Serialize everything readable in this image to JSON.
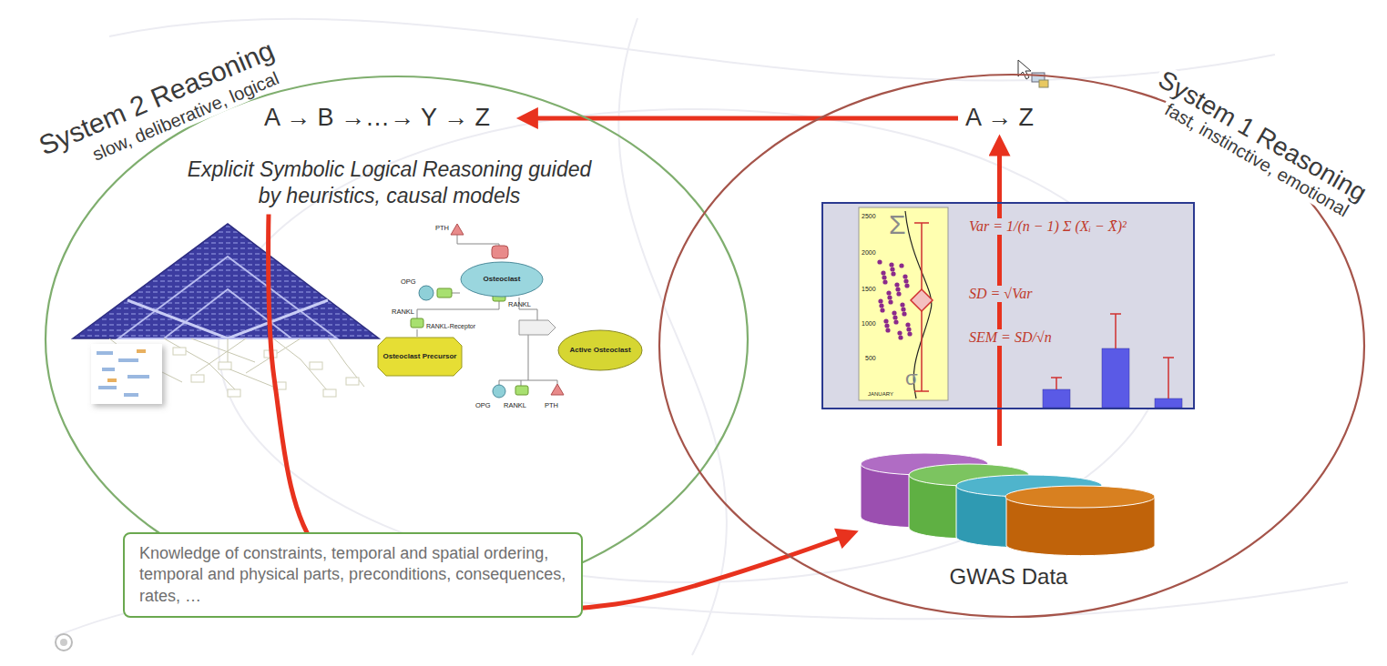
{
  "diagram": {
    "nodes": [
      {
        "text": [
          "System 2 Reasoning",
          "slow, deliberative, logical"
        ]
      },
      {
        "text": [
          "A → B →…→ Y → Z"
        ],
        "in": 0
      },
      {
        "text": [
          "Explicit Symbolic Logical Reasoning guided by heuristics, causal models"
        ],
        "in": 0
      },
      {
        "text": [
          "Osteoclast"
        ],
        "in": 0
      },
      {
        "text": [
          "Osteoclast Precursor"
        ],
        "in": 0
      },
      {
        "text": [
          "Active Osteoclast"
        ],
        "in": 0
      },
      {
        "text": [
          "Knowledge of constraints, temporal and spatial ordering, temporal and physical parts, preconditions, consequences, rates, …"
        ]
      },
      {
        "text": [
          "System 1 Reasoning",
          "fast, instinctive, emotional"
        ]
      },
      {
        "text": [
          "A → Z"
        ],
        "in": 7
      },
      {
        "text": [
          "Var = 1/(n − 1) Σ (Xᵢ − X̄)²",
          "SD = √Var",
          "SEM = SD/√n"
        ],
        "in": 7
      },
      {
        "text": [
          "GWAS Data"
        ],
        "in": 7
      }
    ],
    "edges": [
      {
        "from": 8,
        "to": 1,
        "arrow": "to"
      },
      {
        "from": 10,
        "to": 8,
        "arrow": "to"
      },
      {
        "from": 2,
        "to": 10,
        "arrow": "to"
      }
    ],
    "labels": [
      "PTH",
      "RANKL",
      "OPG",
      "RANKL",
      "RANKL-Receptor",
      "OPG",
      "RANKL",
      "PTH",
      "Σ",
      "σ",
      "2500",
      "2000",
      "1500",
      "1000",
      "500",
      "JANUARY"
    ]
  }
}
